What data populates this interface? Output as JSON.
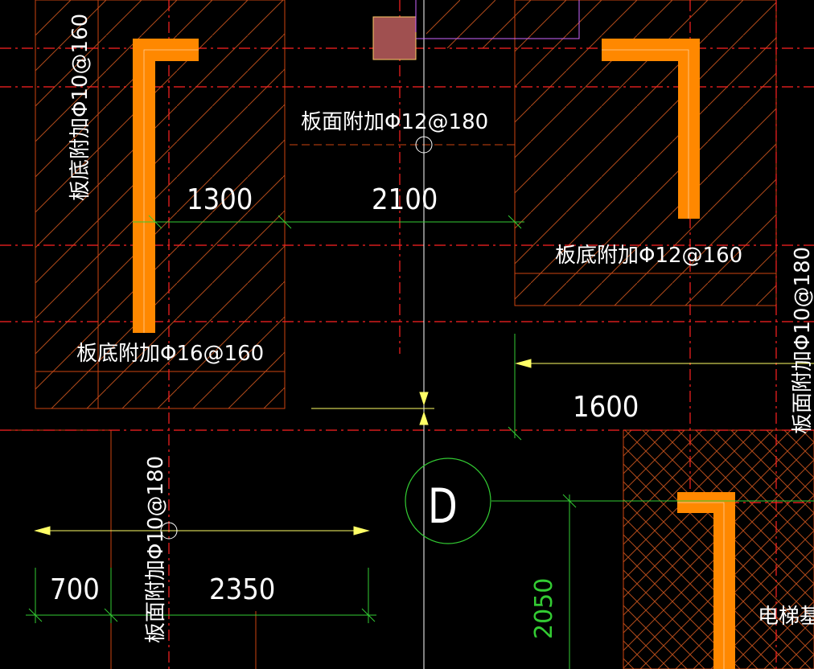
{
  "drawing": {
    "annotations": {
      "top_left_vertical": "板底附加Φ10@160",
      "top_center": "板面附加Φ12@180",
      "right_middle": "板底附加Φ12@160",
      "left_middle": "板底附加Φ16@160",
      "right_edge_vertical": "板面附加Φ10@180",
      "bottom_left_vertical": "板面附加Φ10@180",
      "elevator_pit": "电梯基坑"
    },
    "dimensions": {
      "d1300": "1300",
      "d2100": "2100",
      "d1600": "1600",
      "d700": "700",
      "d2350": "2350",
      "d2050": "2050"
    },
    "axis_bubble_label": "D"
  },
  "colors": {
    "background": "#000000",
    "rebar": "#ff8800",
    "outline": "#cc4411",
    "hatch": "#b04a1a",
    "axis": "#ff2222",
    "dimension": "#33cc33",
    "leader": "#ffff66",
    "text": "#ffffff",
    "column": "#a05050",
    "magenta": "#cc66ff"
  }
}
